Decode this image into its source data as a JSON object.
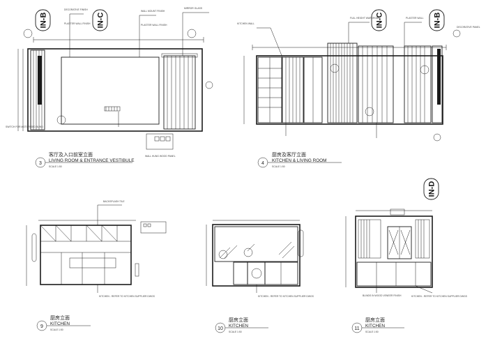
{
  "drawings": [
    {
      "num": "3",
      "title_cn": "客厅及入口前室立面",
      "title_en": "LIVING ROOM & ENTRANCE VESTIBULE",
      "scale": "SCALE 1:50"
    },
    {
      "num": "4",
      "title_cn": "厨房及客厅立面",
      "title_en": "KITCHEN & LIVING ROOM",
      "scale": "SCALE 1:50"
    },
    {
      "num": "9",
      "title_cn": "厨房立面",
      "title_en": "KITCHEN",
      "scale": "SCALE 1:50"
    },
    {
      "num": "10",
      "title_cn": "厨房立面",
      "title_en": "KITCHEN",
      "scale": "SCALE 1:50"
    },
    {
      "num": "11",
      "title_cn": "厨房立面",
      "title_en": "KITCHEN",
      "scale": "SCALE 1:50"
    }
  ],
  "section_tags": [
    {
      "id": "tag1",
      "label": "IN-B"
    },
    {
      "id": "tag2",
      "label": "IN-C"
    },
    {
      "id": "tag3",
      "label": "IN-C"
    },
    {
      "id": "tag4",
      "label": "IN-B"
    },
    {
      "id": "tag5",
      "label": "IN-D"
    }
  ],
  "callouts": {
    "c1": "DECORATIVE FINISH",
    "c2": "PLASTER WALL FINISH",
    "c3": "WALL MOUNT FINISH",
    "c4": "PLASTER WALL FINISH",
    "c5": "MIRROR GLASS",
    "c6": "KITCHEN WALL",
    "c7": "FULL HEIGHT WARDROBE",
    "c8": "PLASTER WALL",
    "c9": "DECORATIVE PANEL",
    "c10": "BACKSPLASH TILE",
    "c11": "WALL HUNG WOOD PANEL",
    "c12": "SWITCH FOR MOTORISED BLIND",
    "c13": "KITCHEN - REFER TO KITCHEN SUPPLIER DWGS",
    "c14": "KITCHEN - REFER TO KITCHEN SUPPLIER DWGS",
    "c15": "KITCHEN - REFER TO KITCHEN SUPPLIER DWGS",
    "c16": "BLINDS IN WOOD VENEER FINISH"
  }
}
